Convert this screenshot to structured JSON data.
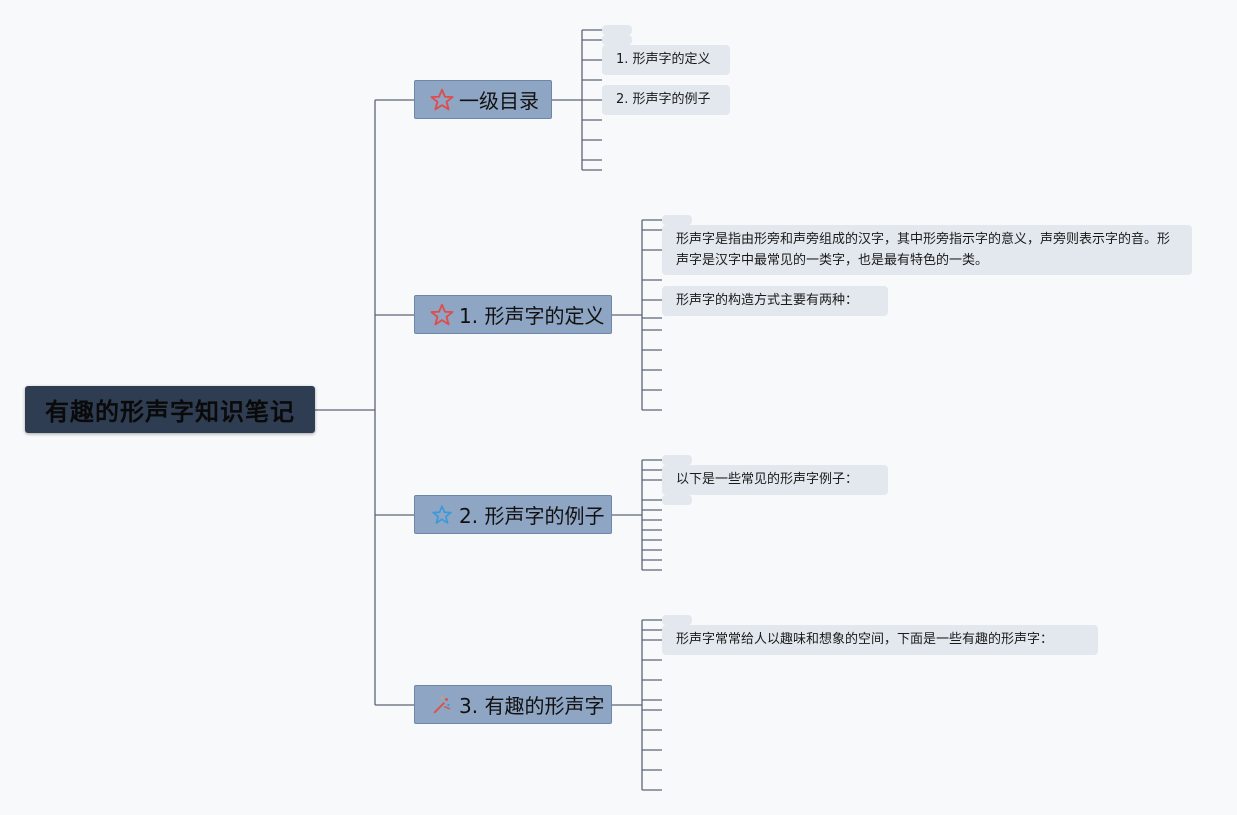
{
  "root": {
    "title": "有趣的形声字知识笔记"
  },
  "branches": [
    {
      "label": "一级目录",
      "icon": "red-star-outline-icon",
      "color": "#e04b4b",
      "children": [
        "1. 形声字的定义",
        "2. 形声字的例子"
      ]
    },
    {
      "label": "1. 形声字的定义",
      "icon": "red-star-outline-icon",
      "color": "#e04b4b",
      "children": [
        "形声字是指由形旁和声旁组成的汉字，其中形旁指示字的意义，声旁则表示字的音。形声字是汉字中最常见的一类字，也是最有特色的一类。",
        "形声字的构造方式主要有两种："
      ]
    },
    {
      "label": "2. 形声字的例子",
      "icon": "blue-star-outline-icon",
      "color": "#3a9ad9",
      "children": [
        "以下是一些常见的形声字例子："
      ]
    },
    {
      "label": "3. 有趣的形声字",
      "icon": "party-popper-icon",
      "color": "#d9534f",
      "children": [
        "形声字常常给人以趣味和想象的空间，下面是一些有趣的形声字："
      ]
    }
  ],
  "colors": {
    "background": "#f8f9fb",
    "root_fill": "#2f3d52",
    "branch_fill": "#8ea5c3",
    "leaf_fill": "#e3e8ef",
    "line": "#5b6577"
  }
}
